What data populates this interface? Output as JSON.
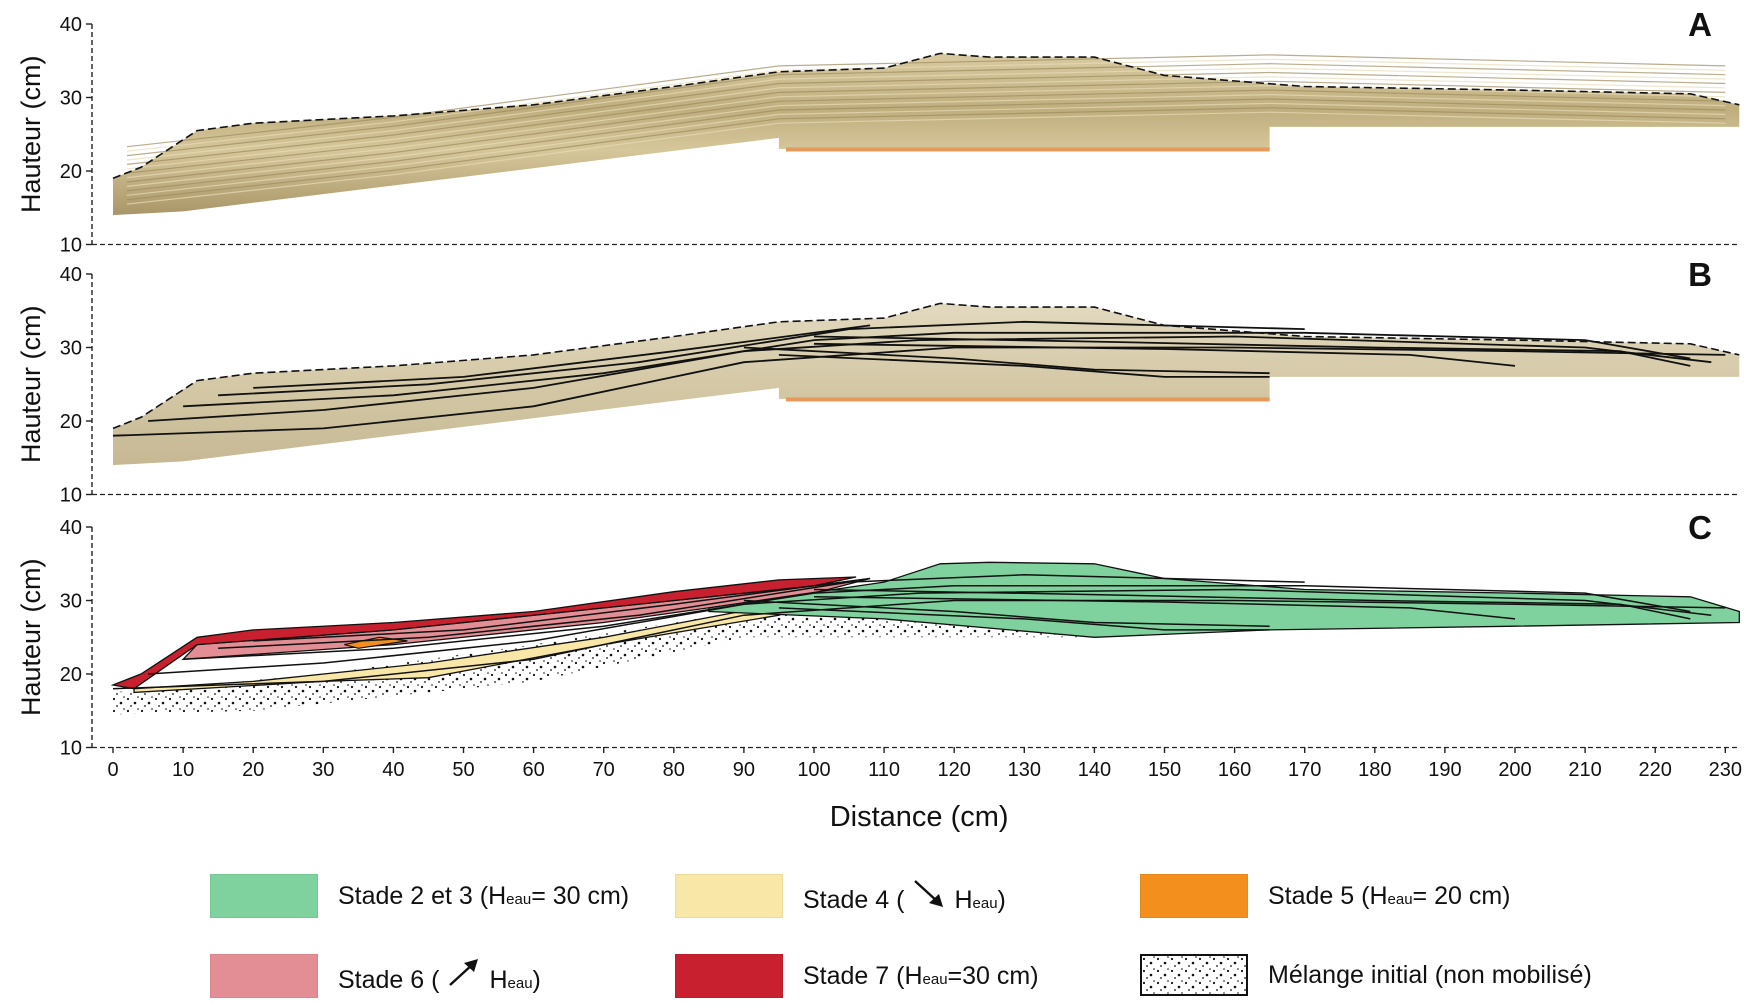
{
  "panels": [
    {
      "letter": "A",
      "ylabel": "Hauteur (cm)",
      "yticks": [
        "10",
        "20",
        "30",
        "40"
      ]
    },
    {
      "letter": "B",
      "ylabel": "Hauteur (cm)",
      "yticks": [
        "10",
        "20",
        "30",
        "40"
      ]
    },
    {
      "letter": "C",
      "ylabel": "Hauteur (cm)",
      "yticks": [
        "10",
        "20",
        "30",
        "40"
      ]
    }
  ],
  "xaxis": {
    "label": "Distance (cm)",
    "ticks": [
      "0",
      "10",
      "20",
      "30",
      "40",
      "50",
      "60",
      "70",
      "80",
      "90",
      "100",
      "110",
      "120",
      "130",
      "140",
      "150",
      "160",
      "170",
      "180",
      "190",
      "200",
      "210",
      "220",
      "230"
    ]
  },
  "colors": {
    "stade23": "#7fd19e",
    "stade4": "#f8e7a6",
    "stade5": "#f3901d",
    "stade6": "#e38e95",
    "stade7": "#c8202f",
    "sediment": "#d8c7a0"
  },
  "legend": [
    {
      "id": "stade23",
      "color": "#7fd19e",
      "pre": "Stade 2 et 3 (H",
      "sub": "eau",
      "post": " = 30 cm)"
    },
    {
      "id": "stade4",
      "color": "#f8e7a6",
      "pre": "Stade 4 (",
      "arrow": "down-right-arrow",
      "mid": "H",
      "sub": "eau",
      "post": ")"
    },
    {
      "id": "stade5",
      "color": "#f3901d",
      "pre": "Stade 5 (H",
      "sub": "eau",
      "post": " = 20 cm)"
    },
    {
      "id": "stade6",
      "color": "#e38e95",
      "pre": "Stade 6 (",
      "arrow": "up-right-arrow",
      "mid": "H",
      "sub": "eau",
      "post": ")"
    },
    {
      "id": "stade7",
      "color": "#c8202f",
      "pre": "Stade 7 (H",
      "sub": "eau",
      "post": " =30 cm)"
    },
    {
      "id": "melange",
      "pattern": "dots",
      "pre": "Mélange initial (non mobilisé)"
    }
  ]
}
